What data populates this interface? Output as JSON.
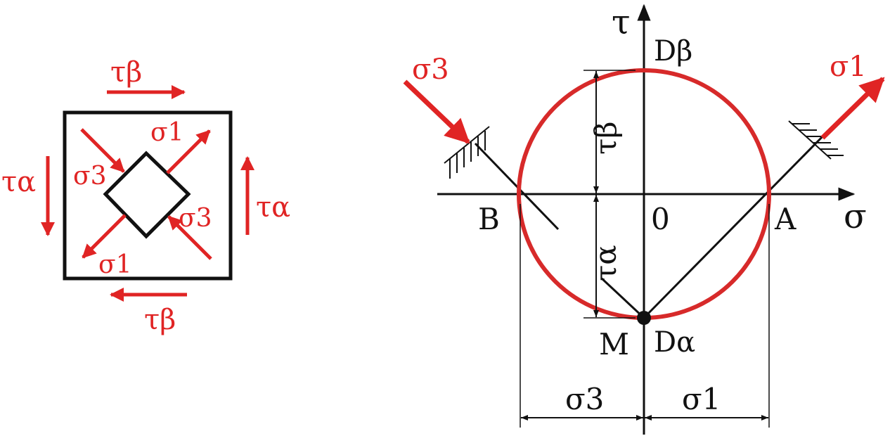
{
  "colors": {
    "accent": "#e02424",
    "ink": "#111111"
  },
  "element": {
    "tau_beta_top": "τβ",
    "tau_beta_bottom": "τβ",
    "tau_alpha_left": "τα",
    "tau_alpha_right": "τα",
    "sigma1_top": "σ1",
    "sigma1_bottom": "σ1",
    "sigma3_left": "σ3",
    "sigma3_right": "σ3"
  },
  "mohr": {
    "axis_tau": "τ",
    "axis_sigma": "σ",
    "point_d_beta": "Dβ",
    "point_d_alpha": "Dα",
    "point_m": "M",
    "point_b": "B",
    "point_a": "A",
    "origin": "0",
    "dim_tau_beta": "τβ",
    "dim_tau_alpha": "τα",
    "dim_sigma3": "σ3",
    "dim_sigma1": "σ1",
    "arrow_sigma3": "σ3",
    "arrow_sigma1": "σ1"
  }
}
